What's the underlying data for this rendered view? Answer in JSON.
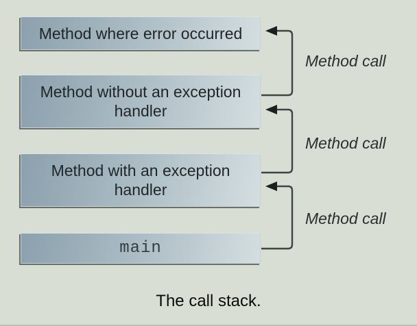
{
  "diagram": {
    "caption": "The call stack.",
    "boxes": [
      {
        "id": "method-error",
        "label": "Method where error occurred"
      },
      {
        "id": "method-no-handler",
        "label": "Method without an exception handler"
      },
      {
        "id": "method-handler",
        "label": "Method with an exception handler"
      },
      {
        "id": "main",
        "label": "main"
      }
    ],
    "arrows": [
      {
        "label": "Method call",
        "from": "method-no-handler",
        "to": "method-error"
      },
      {
        "label": "Method call",
        "from": "method-handler",
        "to": "method-no-handler"
      },
      {
        "label": "Method call",
        "from": "main",
        "to": "method-handler"
      }
    ],
    "colors": {
      "background": "#d8ded3",
      "box_gradient_left": "#8ba1ad",
      "box_gradient_right": "#d4dee0",
      "box_shadow": "#687068",
      "connector_line": "#3e4446",
      "arrowhead": "#1c1f20",
      "label_text": "#212628"
    }
  }
}
